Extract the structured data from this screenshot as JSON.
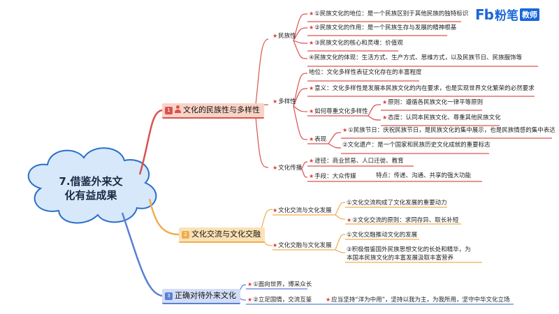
{
  "logo": {
    "mark": "Fb",
    "name": "粉笔",
    "tag": "教师"
  },
  "central": {
    "line1": "7.借鉴外来文",
    "line2": "化有益成果"
  },
  "branch1": {
    "badge": "1",
    "title": "文化的民族性与多样性",
    "minzuxing": {
      "label": "民族性",
      "items": [
        "①民族文化的地位：是一个民族区别于其他民族的独特标识",
        "②民族文化的作用：是一个民族生存与发展的精神根基",
        "③民族文化的核心和灵魂：价值观",
        "④民族文化的体现：生活方式、生产方式、思维方式，以及民族节日、民族服饰等"
      ]
    },
    "duoyangxing": {
      "label": "多样性",
      "status": "地位：文化多样性表征文化存在的丰富程度",
      "meaning": "意义：文化多样性是发展本民族文化的内在要求，也是实现世界文化繁荣的必然要求",
      "respect": {
        "label": "如何尊重文化多样性",
        "principle": "原则：遵循各民族文化一律平等原则",
        "attitude": "态度：认同本民族文化、尊重其他民族文化"
      },
      "expression": {
        "label": "表现",
        "festival": "①民族节日：庆祝民族节日，是民族文化的集中展示，也是民族情感的集中表达",
        "heritage": "②文化遗产：是一个国家和民族历史文化成就的重要标志"
      }
    },
    "chuanbo": {
      "label": "文化传播",
      "routes": "途径：商业贸易、人口迁徙、教育",
      "means": "手段：大众传媒",
      "features": "特点：传递、沟通、共享的强大功能"
    }
  },
  "branch2": {
    "badge": "2",
    "title": "文化交流与文化交融",
    "exchange": {
      "label": "文化交流与文化发展",
      "items": [
        "①文化交流构成了文化发展的重要动力",
        "②文化交流的原则：求同存异、取长补短"
      ]
    },
    "fusion": {
      "label": "文化交融与文化发展",
      "items": [
        "①文化交融推动文化的发展",
        "②积极借鉴国外民族思想文化的长处和精华，为",
        "本国本民族文化的丰富发展汲取丰富营养"
      ]
    }
  },
  "branch3": {
    "badge": "3",
    "title": "正确对待外来文化",
    "items": [
      "①面向世界，博采众长",
      "②立足国情，交流互鉴",
      "应当坚持“洋为中用”，坚持以我为主，为我所用，坚守中华文化立场"
    ]
  },
  "colors": {
    "red": "#d9534f",
    "orange": "#f0ad4e",
    "blue": "#5b7fd6",
    "cloud": "#d7e8fa",
    "cloud_stroke": "#2a6fc7"
  }
}
